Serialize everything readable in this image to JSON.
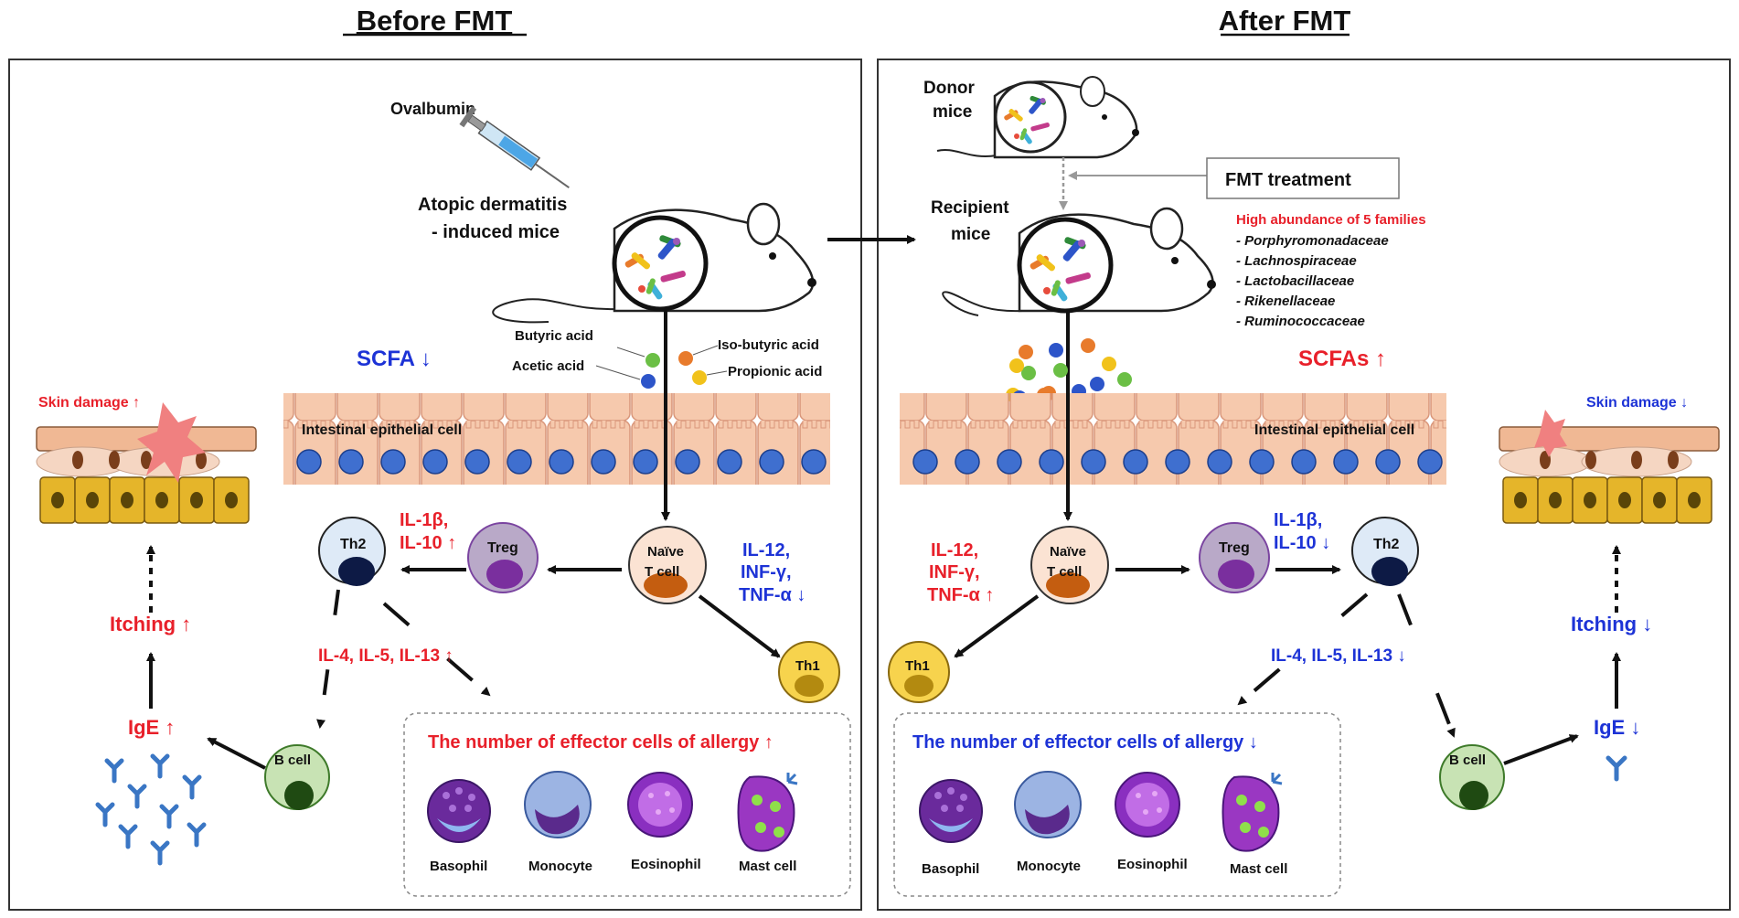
{
  "panels": {
    "before": {
      "title": "Before FMT",
      "ovalbumin": "Ovalbumin",
      "mouse_label_1": "Atopic dermatitis",
      "mouse_label_2": "- induced mice",
      "scfa": "SCFA ↓",
      "acids": {
        "butyric": "Butyric acid",
        "acetic": "Acetic acid",
        "isobutyric": "Iso-butyric acid",
        "propionic": "Propionic acid"
      },
      "epithelial": "Intestinal epithelial cell",
      "skin_damage": "Skin damage ↑",
      "itching": "Itching ↑",
      "ige": "IgE ↑",
      "il1b": "IL-1β,",
      "il10": "IL-10 ↑",
      "il12": "IL-12,",
      "infg": "INF-γ,",
      "tnfa": "TNF-α ↓",
      "il4513": "IL-4, IL-5,  IL-13 ↑",
      "effector": "The number of effector cells of allergy ↑"
    },
    "after": {
      "title": "After FMT",
      "donor_1": "Donor",
      "donor_2": "mice",
      "fmt_treatment": "FMT treatment",
      "recipient_1": "Recipient",
      "recipient_2": "mice",
      "abundance_title": "High abundance of 5 families",
      "families": [
        "- Porphyromonadaceae",
        "- Lachnospiraceae",
        "- Lactobacillaceae",
        "- Rikenellaceae",
        "- Ruminococcaceae"
      ],
      "scfas": "SCFAs ↑",
      "epithelial": "Intestinal epithelial cell",
      "skin_damage": "Skin damage ↓",
      "itching": "Itching ↓",
      "ige": "IgE ↓",
      "il12": "IL-12,",
      "infg": "INF-γ,",
      "tnfa": "TNF-α ↑",
      "il1b": "IL-1β,",
      "il10": "IL-10 ↓",
      "il4513": "IL-4, IL-5,  IL-13 ↓",
      "effector": "The number of effector cells of allergy ↓"
    }
  },
  "cells": {
    "th2": "Th2",
    "treg": "Treg",
    "naive_1": "Naïve",
    "naive_2": "T cell",
    "th1": "Th1",
    "bcell": "B cell",
    "basophil": "Basophil",
    "monocyte": "Monocyte",
    "eosinophil": "Eosinophil",
    "mast": "Mast cell"
  },
  "colors": {
    "increase": "#e8202a",
    "decrease": "#1d33d6",
    "epithelium": "#f6c9ad",
    "nucleus": "#3f6fcf",
    "keratinocyte": "#e5b52a"
  }
}
